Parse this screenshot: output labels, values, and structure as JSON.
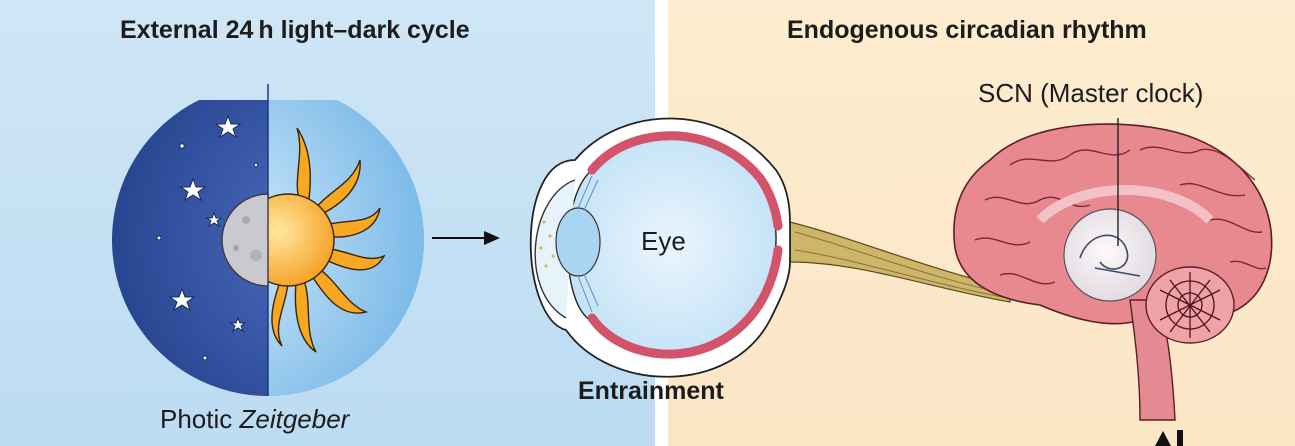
{
  "panels": {
    "left": {
      "heading": "External 24 h light–dark cycle",
      "background": "#c8e3f5"
    },
    "right": {
      "heading": "Endogenous circadian rhythm",
      "background": "#fce9cc"
    }
  },
  "labels": {
    "zeitgeber_prefix": "Photic ",
    "zeitgeber_italic": "Zeitgeber",
    "eye": "Eye",
    "entrainment": "Entrainment",
    "scn": "SCN (Master clock)"
  },
  "colors": {
    "night_sky": "#2f4f9e",
    "day_sky": "#8cc6ee",
    "sun": "#f7a823",
    "moon": "#c9c9cf",
    "retina": "#d3546a",
    "brain": "#e8888f",
    "optic_nerve": "#cdb56a"
  },
  "icons": [
    "star-icon",
    "sun-icon",
    "moon-icon",
    "arrow-right-icon",
    "eye-icon",
    "brain-icon",
    "arrow-up-icon"
  ]
}
